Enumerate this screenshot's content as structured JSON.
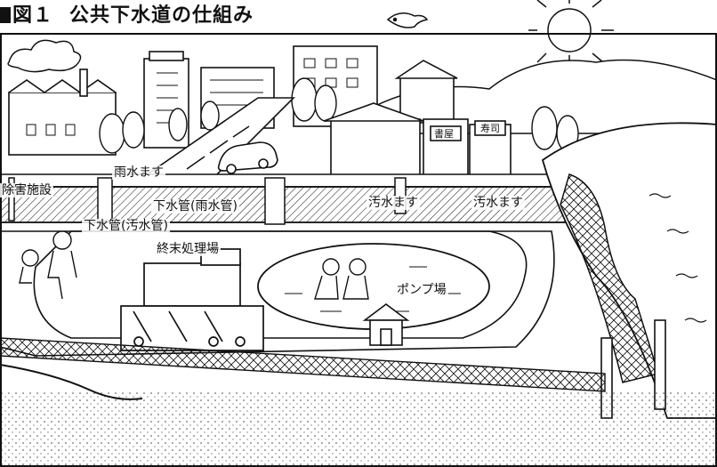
{
  "title": {
    "figure_no": "図１",
    "text": "公共下水道の仕組み"
  },
  "labels": {
    "rainwater_inlet": "雨水ます",
    "treatment_facility": "除害施設",
    "storm_sewer": "下水管(雨水管)",
    "sanitary_sewer": "下水管(汚水管)",
    "sewage_inlet_left": "汚水ます",
    "sewage_inlet_right": "汚水ます",
    "treatment_plant": "終末処理場",
    "pump_station": "ポンプ場"
  },
  "shop_signs": {
    "bookstore": "書屋",
    "sushi": "寿司"
  },
  "colors": {
    "ink": "#111111",
    "paper": "#ffffff",
    "ground": "#f2f2f2"
  }
}
